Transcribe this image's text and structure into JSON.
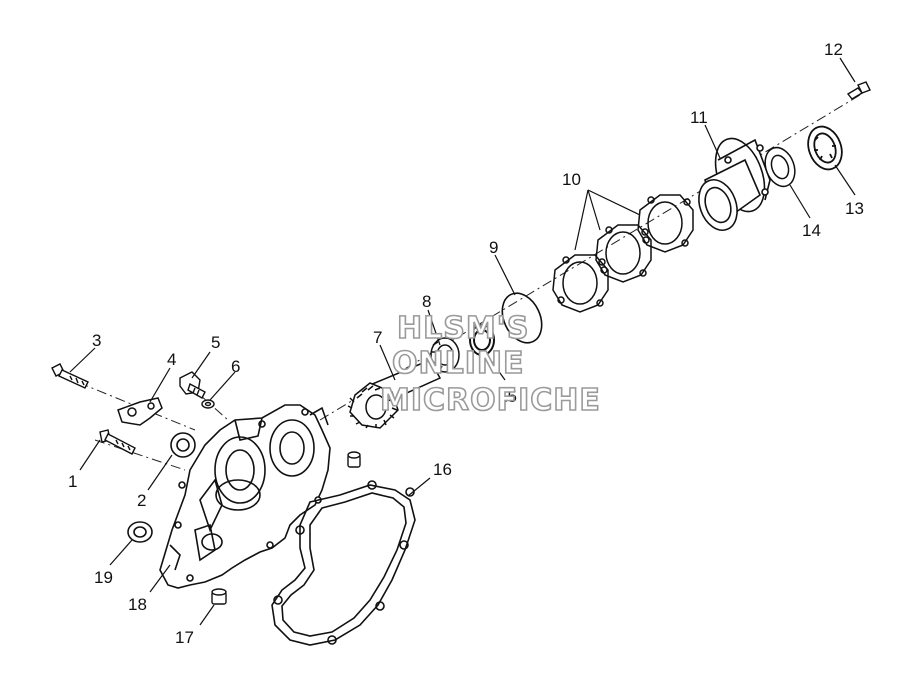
{
  "diagram": {
    "callouts": [
      "1",
      "2",
      "3",
      "4",
      "5",
      "6",
      "7",
      "8",
      "9",
      "10",
      "11",
      "12",
      "13",
      "14",
      "15",
      "16",
      "17",
      "18",
      "19"
    ],
    "watermark": [
      "HLSM'S",
      "ONLINE",
      "MICROFICHE"
    ]
  }
}
